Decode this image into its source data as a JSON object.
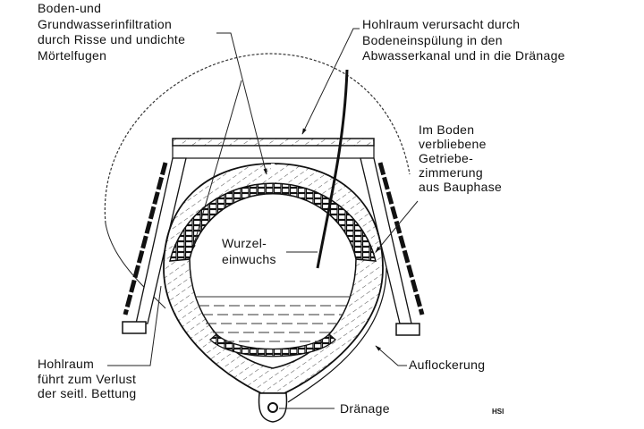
{
  "labels": {
    "infiltration": [
      "Boden-und",
      "Grundwasserinfiltration",
      "durch Risse und undichte",
      "Mörtelfugen"
    ],
    "cavity_top": [
      "Hohlraum verursacht durch",
      "Bodeneinspülung in den",
      "Abwasserkanal und in die Dränage"
    ],
    "timbering": [
      "Im Boden",
      "verbliebene",
      "Getriebe-",
      "zimmerung",
      "aus Bauphase"
    ],
    "root": [
      "Wurzel-",
      "einwuchs"
    ],
    "cavity_side": [
      "Hohlraum",
      "führt zum Verlust",
      "der seitl. Bettung"
    ],
    "loosening": "Auflockerung",
    "drainage": "Dränage",
    "signature": "HSI"
  }
}
